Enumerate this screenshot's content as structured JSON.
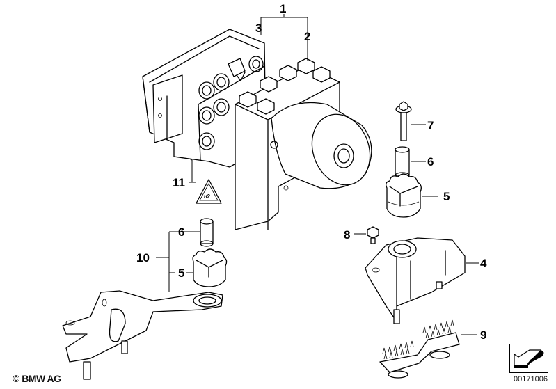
{
  "diagram": {
    "title": "Hydro unit DSC / fastening / sensors",
    "callouts": [
      {
        "id": "1",
        "label": "1",
        "part": "hydraulic-unit-assembly"
      },
      {
        "id": "2",
        "label": "2",
        "part": "hydraulic-unit"
      },
      {
        "id": "3",
        "label": "3",
        "part": "control-unit"
      },
      {
        "id": "4",
        "label": "4",
        "part": "bracket"
      },
      {
        "id": "5a",
        "label": "5",
        "part": "rubber-mount-right"
      },
      {
        "id": "5b",
        "label": "5",
        "part": "rubber-mount-left"
      },
      {
        "id": "6a",
        "label": "6",
        "part": "bushing-right"
      },
      {
        "id": "6b",
        "label": "6",
        "part": "bushing-left"
      },
      {
        "id": "7",
        "label": "7",
        "part": "bolt"
      },
      {
        "id": "8",
        "label": "8",
        "part": "hex-bolt"
      },
      {
        "id": "9",
        "label": "9",
        "part": "vibration-damper"
      },
      {
        "id": "10",
        "label": "10",
        "part": "bracket-set"
      },
      {
        "id": "11",
        "label": "11",
        "part": "warning-label"
      }
    ]
  },
  "footer": {
    "copyright": "© BMW AG",
    "diagram_number": "00171006",
    "nav_icon": "arrow-back-icon"
  }
}
